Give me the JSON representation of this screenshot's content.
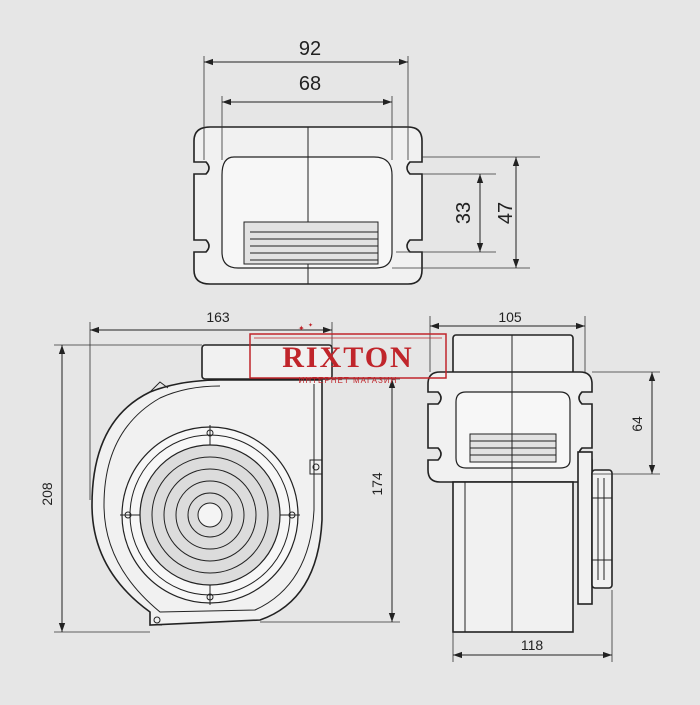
{
  "dimensions": {
    "top_outer_width": "92",
    "top_inner_width": "68",
    "top_inner_height": "33",
    "top_outer_height": "47",
    "front_width": "163",
    "front_height": "208",
    "front_outlet_height": "174",
    "side_width": "105",
    "side_outlet_height": "64",
    "side_depth": "118"
  },
  "watermark": {
    "brand": "RIXTON",
    "subtitle": "ИНТЕРНЕТ МАГАЗИН",
    "color": "#c0252b"
  },
  "colors": {
    "background": "#e6e6e6",
    "line": "#222222"
  }
}
